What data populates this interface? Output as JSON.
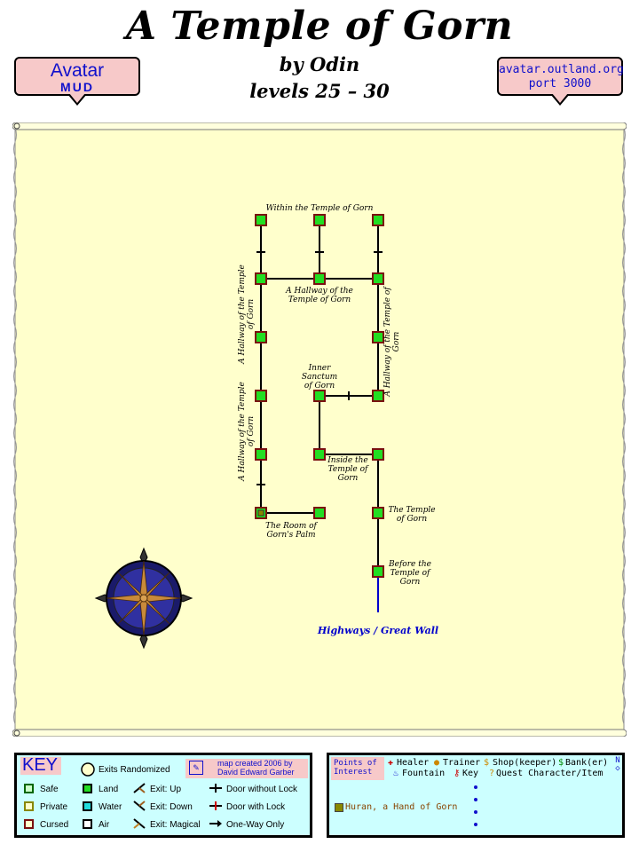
{
  "header": {
    "title": "A Temple of Gorn",
    "author": "by Odin",
    "levels": "levels 25 – 30",
    "logo_line1": "Avatar",
    "logo_line2": "MUD",
    "server_line1": "avatar.outland.org",
    "server_line2": "port 3000"
  },
  "map": {
    "rooms": [
      {
        "name": "Within the Temple of Gorn"
      },
      {
        "name": "A Hallway of the Temple of Gorn"
      },
      {
        "name": "A Hallway of the Temple of Gorn"
      },
      {
        "name": "A Hallway of the Temple of Gorn"
      },
      {
        "name": "A Hallway of the Temple of Gorn"
      },
      {
        "name": "Inner Sanctum of Gorn"
      },
      {
        "name": "Inside the Temple of Gorn"
      },
      {
        "name": "The Room of Gorn's Palm"
      },
      {
        "name": "The Temple of Gorn"
      },
      {
        "name": "Before the Temple of Gorn"
      }
    ],
    "exit_label": "Highways / Great Wall",
    "colors": {
      "land": "#22dd22",
      "border": "#7a1010",
      "exit_line": "#0000cc",
      "parchment": "#ffffcc"
    }
  },
  "key": {
    "title": "KEY",
    "exits_randomized": "Exits Randomized",
    "credit_line1": "map created 2006 by",
    "credit_line2": "David Edward Garber",
    "safe": "Safe",
    "private": "Private",
    "cursed": "Cursed",
    "land": "Land",
    "water": "Water",
    "air": "Air",
    "exit_up": "Exit: Up",
    "exit_down": "Exit: Down",
    "exit_magical": "Exit: Magical",
    "door_no_lock": "Door without Lock",
    "door_lock": "Door with Lock",
    "one_way": "One-Way Only"
  },
  "poi": {
    "title_line1": "Points of",
    "title_line2": "Interest",
    "healer": "Healer",
    "trainer": "Trainer",
    "shop": "Shop(keeper)",
    "bank": "Bank(er)",
    "fountain": "Fountain",
    "key": "Key",
    "quest": "Quest Character/Item",
    "item_1": "Huran, a Hand of Gorn"
  }
}
